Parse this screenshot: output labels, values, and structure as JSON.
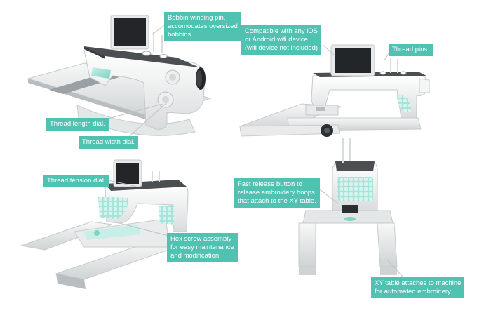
{
  "colors": {
    "callout_bg": "#4fc2b2",
    "callout_text": "#ffffff",
    "machine_body": "#f3f4f4",
    "machine_top": "#4b4f52",
    "accent_panel": "#9fe0d4",
    "screen": "#222628"
  },
  "callouts": {
    "bobbin_pin": [
      "Bobbin winding pin,",
      "accomodates oversized",
      "bobbins."
    ],
    "compatible": [
      "Compatible with any iOS",
      "or Android wifi device.",
      "(wifi device not included)"
    ],
    "thread_pins": [
      "Thread pins."
    ],
    "thread_length": [
      "Thread length dial."
    ],
    "thread_width": [
      "Thread width dial."
    ],
    "thread_tension": [
      "Thread tension dial."
    ],
    "fast_release": [
      "Fast release button to",
      "release embroidery hoops",
      "that attach to the XY table."
    ],
    "hex_screw": [
      "Hex screw assembly",
      "for easy maintenance",
      "and modification."
    ],
    "xy_table": [
      "XY table attaches to machine",
      "for automated embroidery."
    ]
  }
}
